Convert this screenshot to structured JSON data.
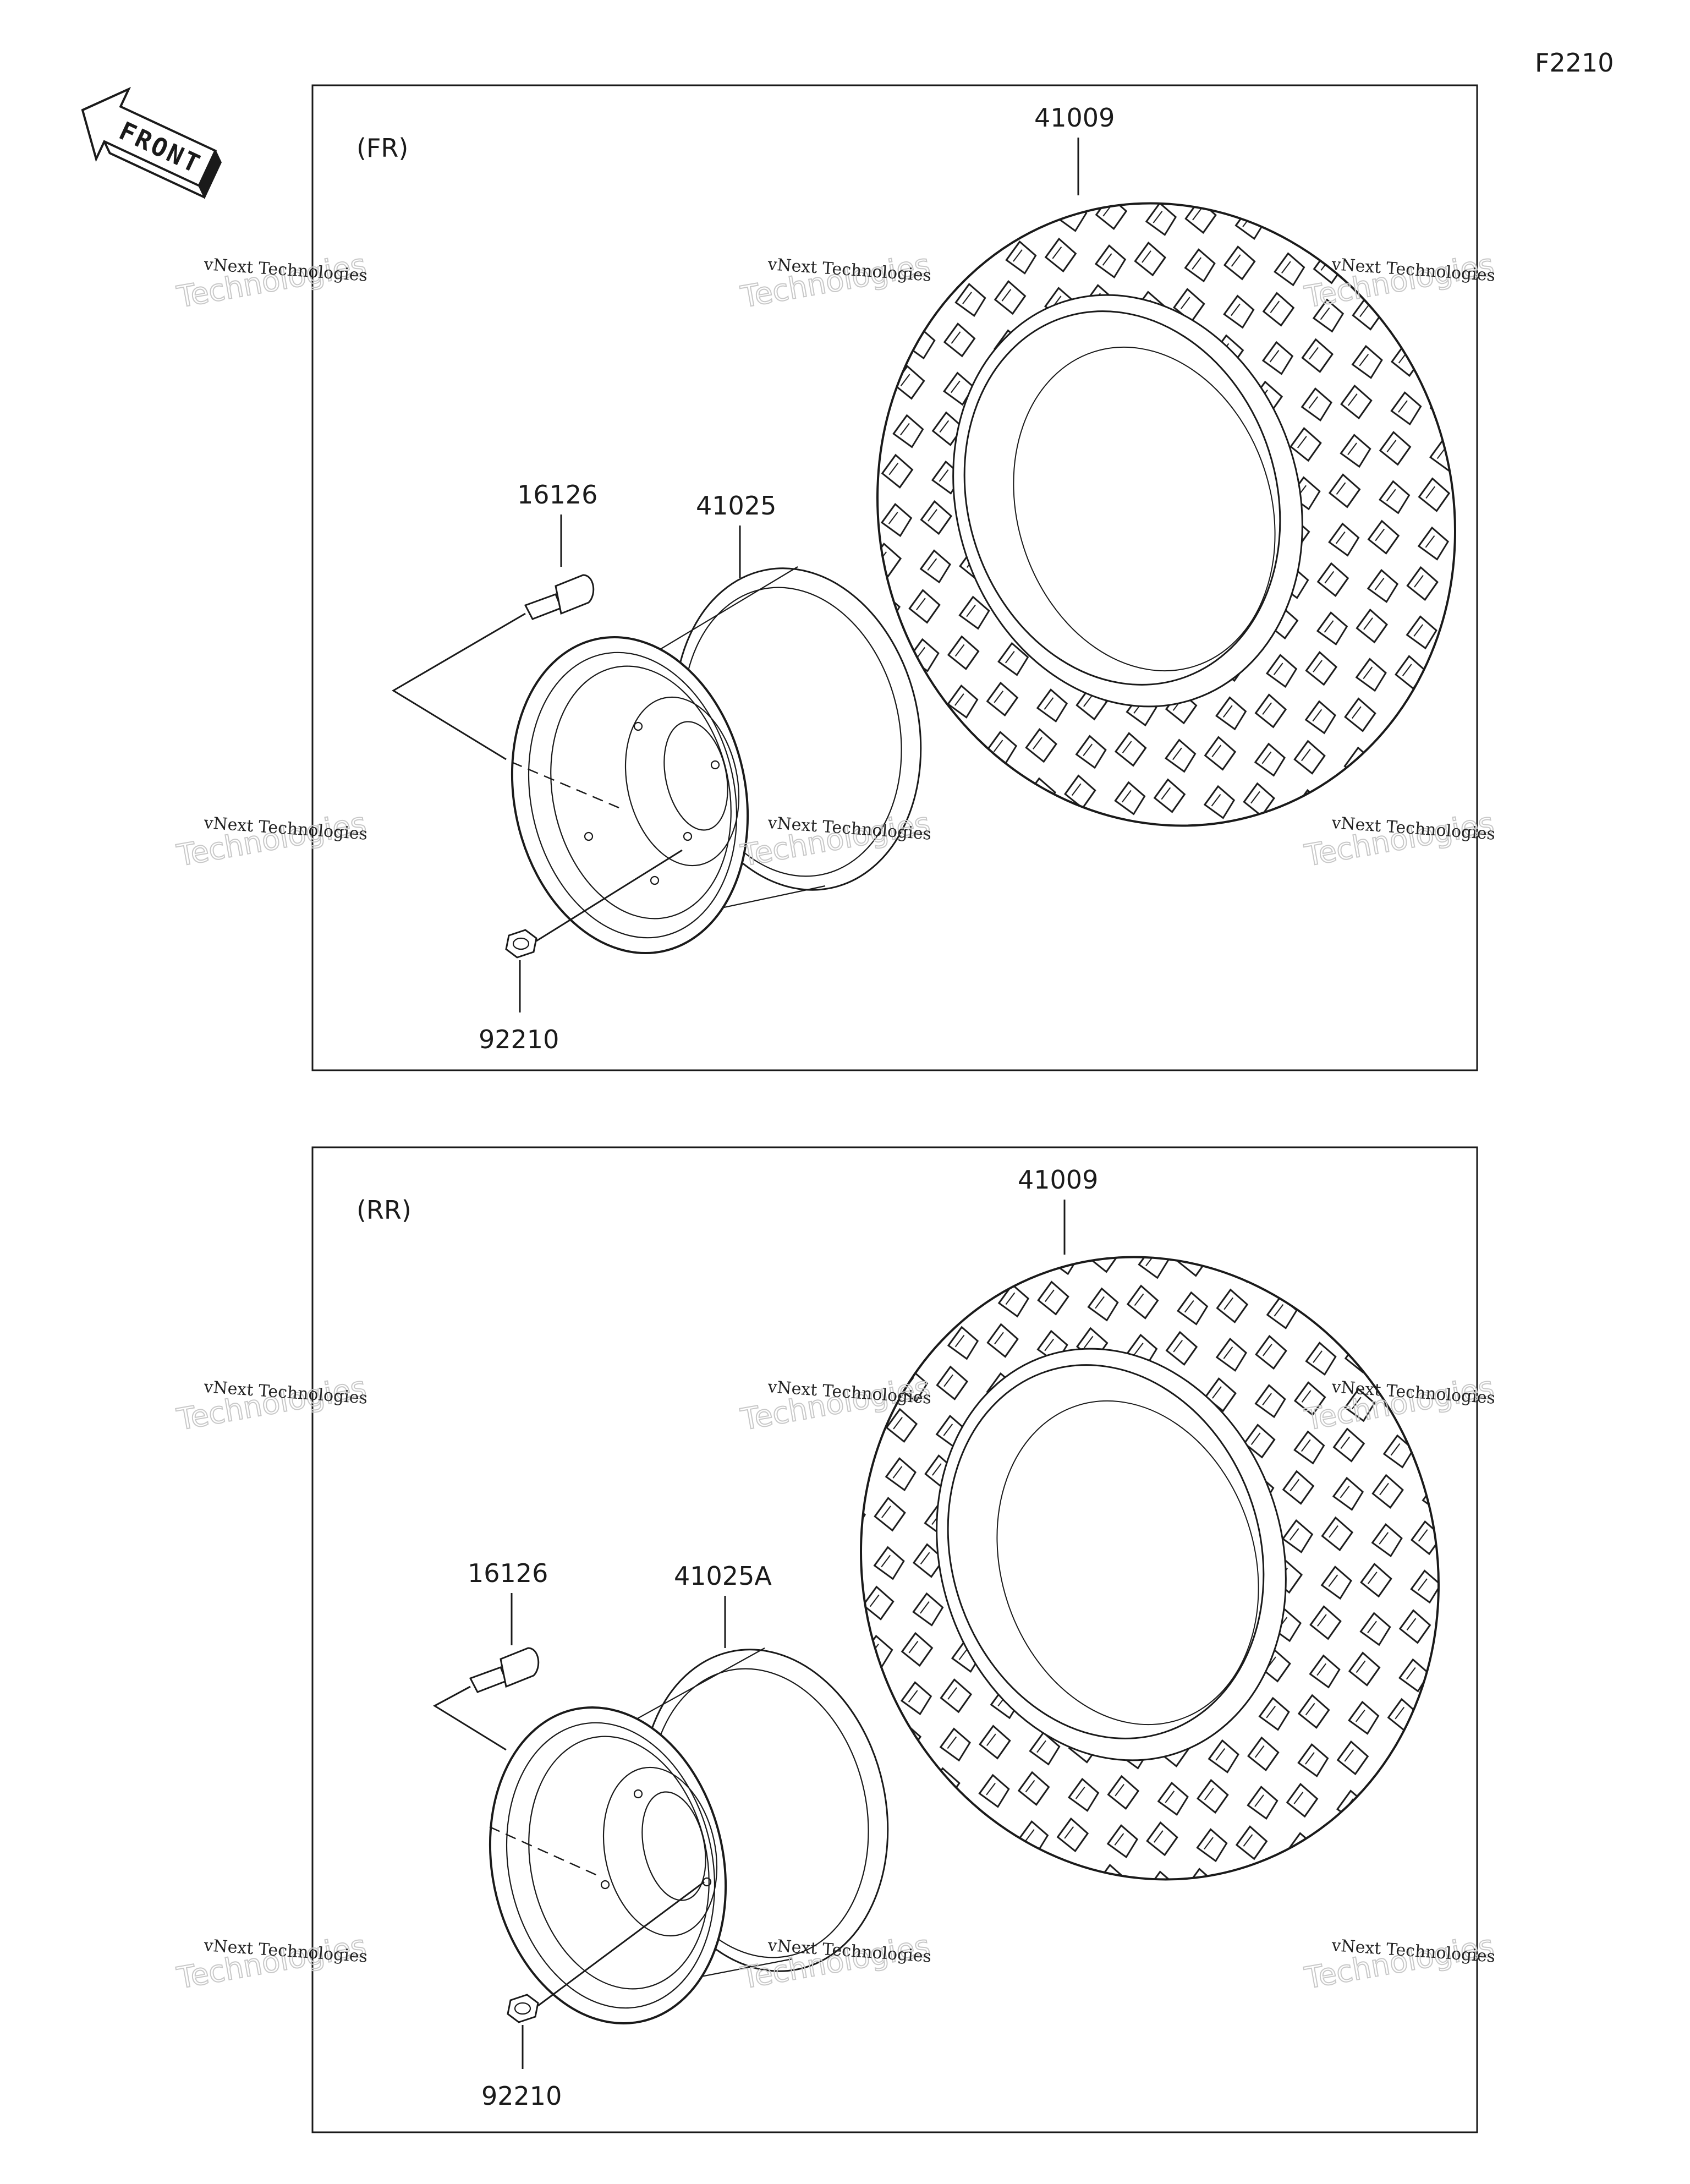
{
  "figure_code": "F2210",
  "front_arrow_label": "FRONT",
  "panels": {
    "front": {
      "label": "(FR)",
      "tire_part": "41009",
      "valve_part": "16126",
      "wheel_part": "41025",
      "nut_part": "92210"
    },
    "rear": {
      "label": "(RR)",
      "tire_part": "41009",
      "valve_part": "16126",
      "wheel_part": "41025A",
      "nut_part": "92210"
    }
  },
  "watermark": {
    "line1": "vNext Technologies",
    "line2": "Technologies"
  }
}
